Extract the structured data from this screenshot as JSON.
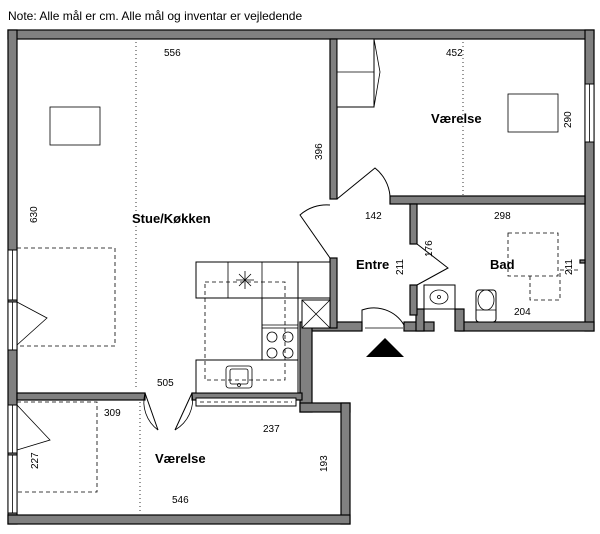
{
  "note": "Note: Alle mål er cm. Alle mål og inventar er vejledende",
  "rooms": {
    "stue": "Stue/Køkken",
    "vaerelse_top": "Værelse",
    "entre": "Entre",
    "bad": "Bad",
    "vaerelse_bottom": "Værelse"
  },
  "dimensions": {
    "d556": "556",
    "d452": "452",
    "d396": "396",
    "d290": "290",
    "d630": "630",
    "d142": "142",
    "d298": "298",
    "d176": "176",
    "d211a": "211",
    "d211b": "211",
    "d204": "204",
    "d505": "505",
    "d309": "309",
    "d237": "237",
    "d227": "227",
    "d193": "193",
    "d546": "546"
  },
  "colors": {
    "wall": "#808080",
    "line": "#000000",
    "background": "#ffffff"
  },
  "icons": {
    "entrance": "entrance-arrow-icon"
  }
}
